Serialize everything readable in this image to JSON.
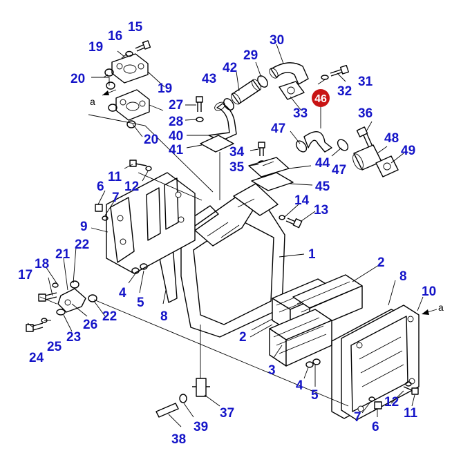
{
  "colors": {
    "callout": "#1414c8",
    "line": "#000000",
    "badge": "#c81414",
    "background": "#ffffff"
  },
  "highlight": {
    "label": "46"
  },
  "markers": {
    "left": "a",
    "right": "a"
  },
  "labels": {
    "l1": "1",
    "l2a": "2",
    "l2b": "2",
    "l3": "3",
    "l4a": "4",
    "l4b": "4",
    "l5a": "5",
    "l5b": "5",
    "l6a": "6",
    "l6b": "6",
    "l7a": "7",
    "l7b": "7",
    "l8a": "8",
    "l8b": "8",
    "l9": "9",
    "l10": "10",
    "l11a": "11",
    "l11b": "11",
    "l12a": "12",
    "l12b": "12",
    "l13": "13",
    "l14": "14",
    "l15": "15",
    "l16": "16",
    "l17": "17",
    "l18": "18",
    "l19a": "19",
    "l19b": "19",
    "l20a": "20",
    "l20b": "20",
    "l21": "21",
    "l22a": "22",
    "l22b": "22",
    "l23": "23",
    "l24": "24",
    "l25": "25",
    "l26": "26",
    "l27": "27",
    "l28": "28",
    "l29": "29",
    "l30": "30",
    "l31": "31",
    "l32": "32",
    "l33": "33",
    "l34": "34",
    "l35": "35",
    "l36": "36",
    "l37": "37",
    "l38": "38",
    "l39": "39",
    "l40": "40",
    "l41": "41",
    "l42": "42",
    "l43": "43",
    "l44": "44",
    "l45": "45",
    "l47a": "47",
    "l47b": "47",
    "l48": "48",
    "l49": "49"
  }
}
